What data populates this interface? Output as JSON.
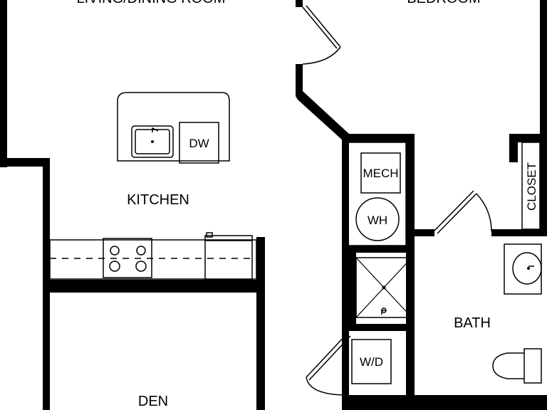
{
  "rooms": {
    "living_dining": "LIVING/DINING ROOM",
    "bedroom": "BEDROOM",
    "kitchen": "KITCHEN",
    "den": "DEN",
    "bath": "BATH",
    "closet": "CLOSET"
  },
  "fixtures": {
    "dishwasher": "DW",
    "mechanical": "MECH",
    "water_heater": "WH",
    "washer_dryer": "W/D"
  },
  "colors": {
    "wall": "#000000",
    "background": "#ffffff"
  }
}
